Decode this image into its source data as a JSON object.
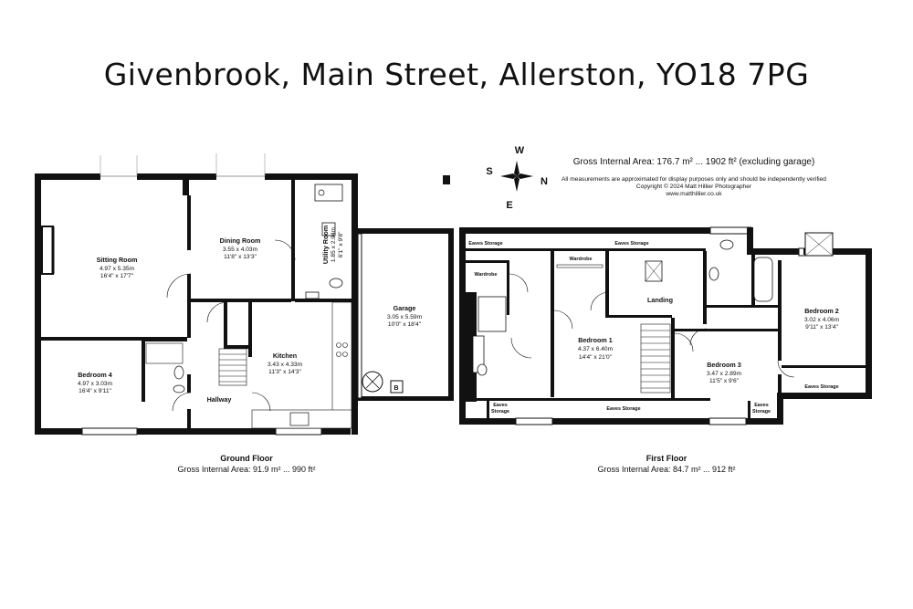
{
  "title": "Givenbrook, Main Street, Allerston, YO18 7PG",
  "gross_area_total": "Gross Internal Area: 176.7 m² ... 1902 ft² (excluding garage)",
  "disclaimer": {
    "line1": "All measurements are approximated for display purposes only and should be independently verified",
    "line2": "Copyright © 2024 Matt Hillier Photographer",
    "line3": "www.matthillier.co.uk"
  },
  "compass": {
    "w": "W",
    "s": "S",
    "n": "N",
    "e": "E"
  },
  "ground_floor": {
    "name": "Ground Floor",
    "area": "Gross Internal Area: 91.9 m² ... 990 ft²",
    "rooms": {
      "sitting": {
        "name": "Sitting Room",
        "m": "4.97 x 5.35m",
        "ft": "16'4\" x 17'7\""
      },
      "dining": {
        "name": "Dining Room",
        "m": "3.55 x 4.03m",
        "ft": "11'8\" x 13'3\""
      },
      "utility": {
        "name": "Utility Room",
        "m": "1.85 x 2.94m",
        "ft": "6'1\" x 9'8\""
      },
      "garage": {
        "name": "Garage",
        "m": "3.05 x 5.59m",
        "ft": "10'0\" x 18'4\""
      },
      "kitchen": {
        "name": "Kitchen",
        "m": "3.43 x 4.33m",
        "ft": "11'3\" x 14'3\""
      },
      "bed4": {
        "name": "Bedroom 4",
        "m": "4.97 x 3.03m",
        "ft": "16'4\" x 9'11\""
      },
      "hallway": {
        "name": "Hallway"
      },
      "boiler": "B"
    }
  },
  "first_floor": {
    "name": "First Floor",
    "area": "Gross Internal Area: 84.7 m² ... 912 ft²",
    "rooms": {
      "bed1": {
        "name": "Bedroom 1",
        "m": "4.37 x 6.40m",
        "ft": "14'4\" x 21'0\""
      },
      "bed2": {
        "name": "Bedroom 2",
        "m": "3.02 x 4.06m",
        "ft": "9'11\" x 13'4\""
      },
      "bed3": {
        "name": "Bedroom 3",
        "m": "3.47 x 2.89m",
        "ft": "11'5\" x 9'6\""
      },
      "landing": {
        "name": "Landing"
      },
      "wardrobe1": "Wardrobe",
      "wardrobe2": "Wardrobe",
      "eaves": "Eaves Storage",
      "eaves_a": "Eaves",
      "eaves_b": "Storage"
    }
  }
}
